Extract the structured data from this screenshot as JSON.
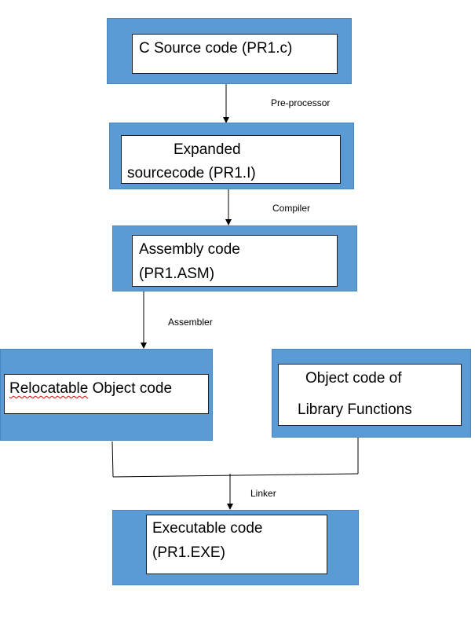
{
  "nodes": {
    "source": {
      "line1": "C Source code (PR1.c)"
    },
    "expanded": {
      "line1": "Expanded",
      "line2": "sourcecode (PR1.I)"
    },
    "assembly": {
      "line1": "Assembly code",
      "line2": "(PR1.ASM)"
    },
    "relocatable": {
      "word1": "Relocatable",
      "word2": " Object code"
    },
    "library": {
      "line1": "Object code of",
      "line2": "Library Functions"
    },
    "executable": {
      "line1": "Executable code",
      "line2": "(PR1.EXE)"
    }
  },
  "steps": {
    "preprocessor": "Pre-processor",
    "compiler": "Compiler",
    "assembler": "Assembler",
    "linker": "Linker"
  },
  "colors": {
    "box_fill": "#5b9bd5",
    "inner_fill": "#ffffff",
    "line": "#000000"
  }
}
